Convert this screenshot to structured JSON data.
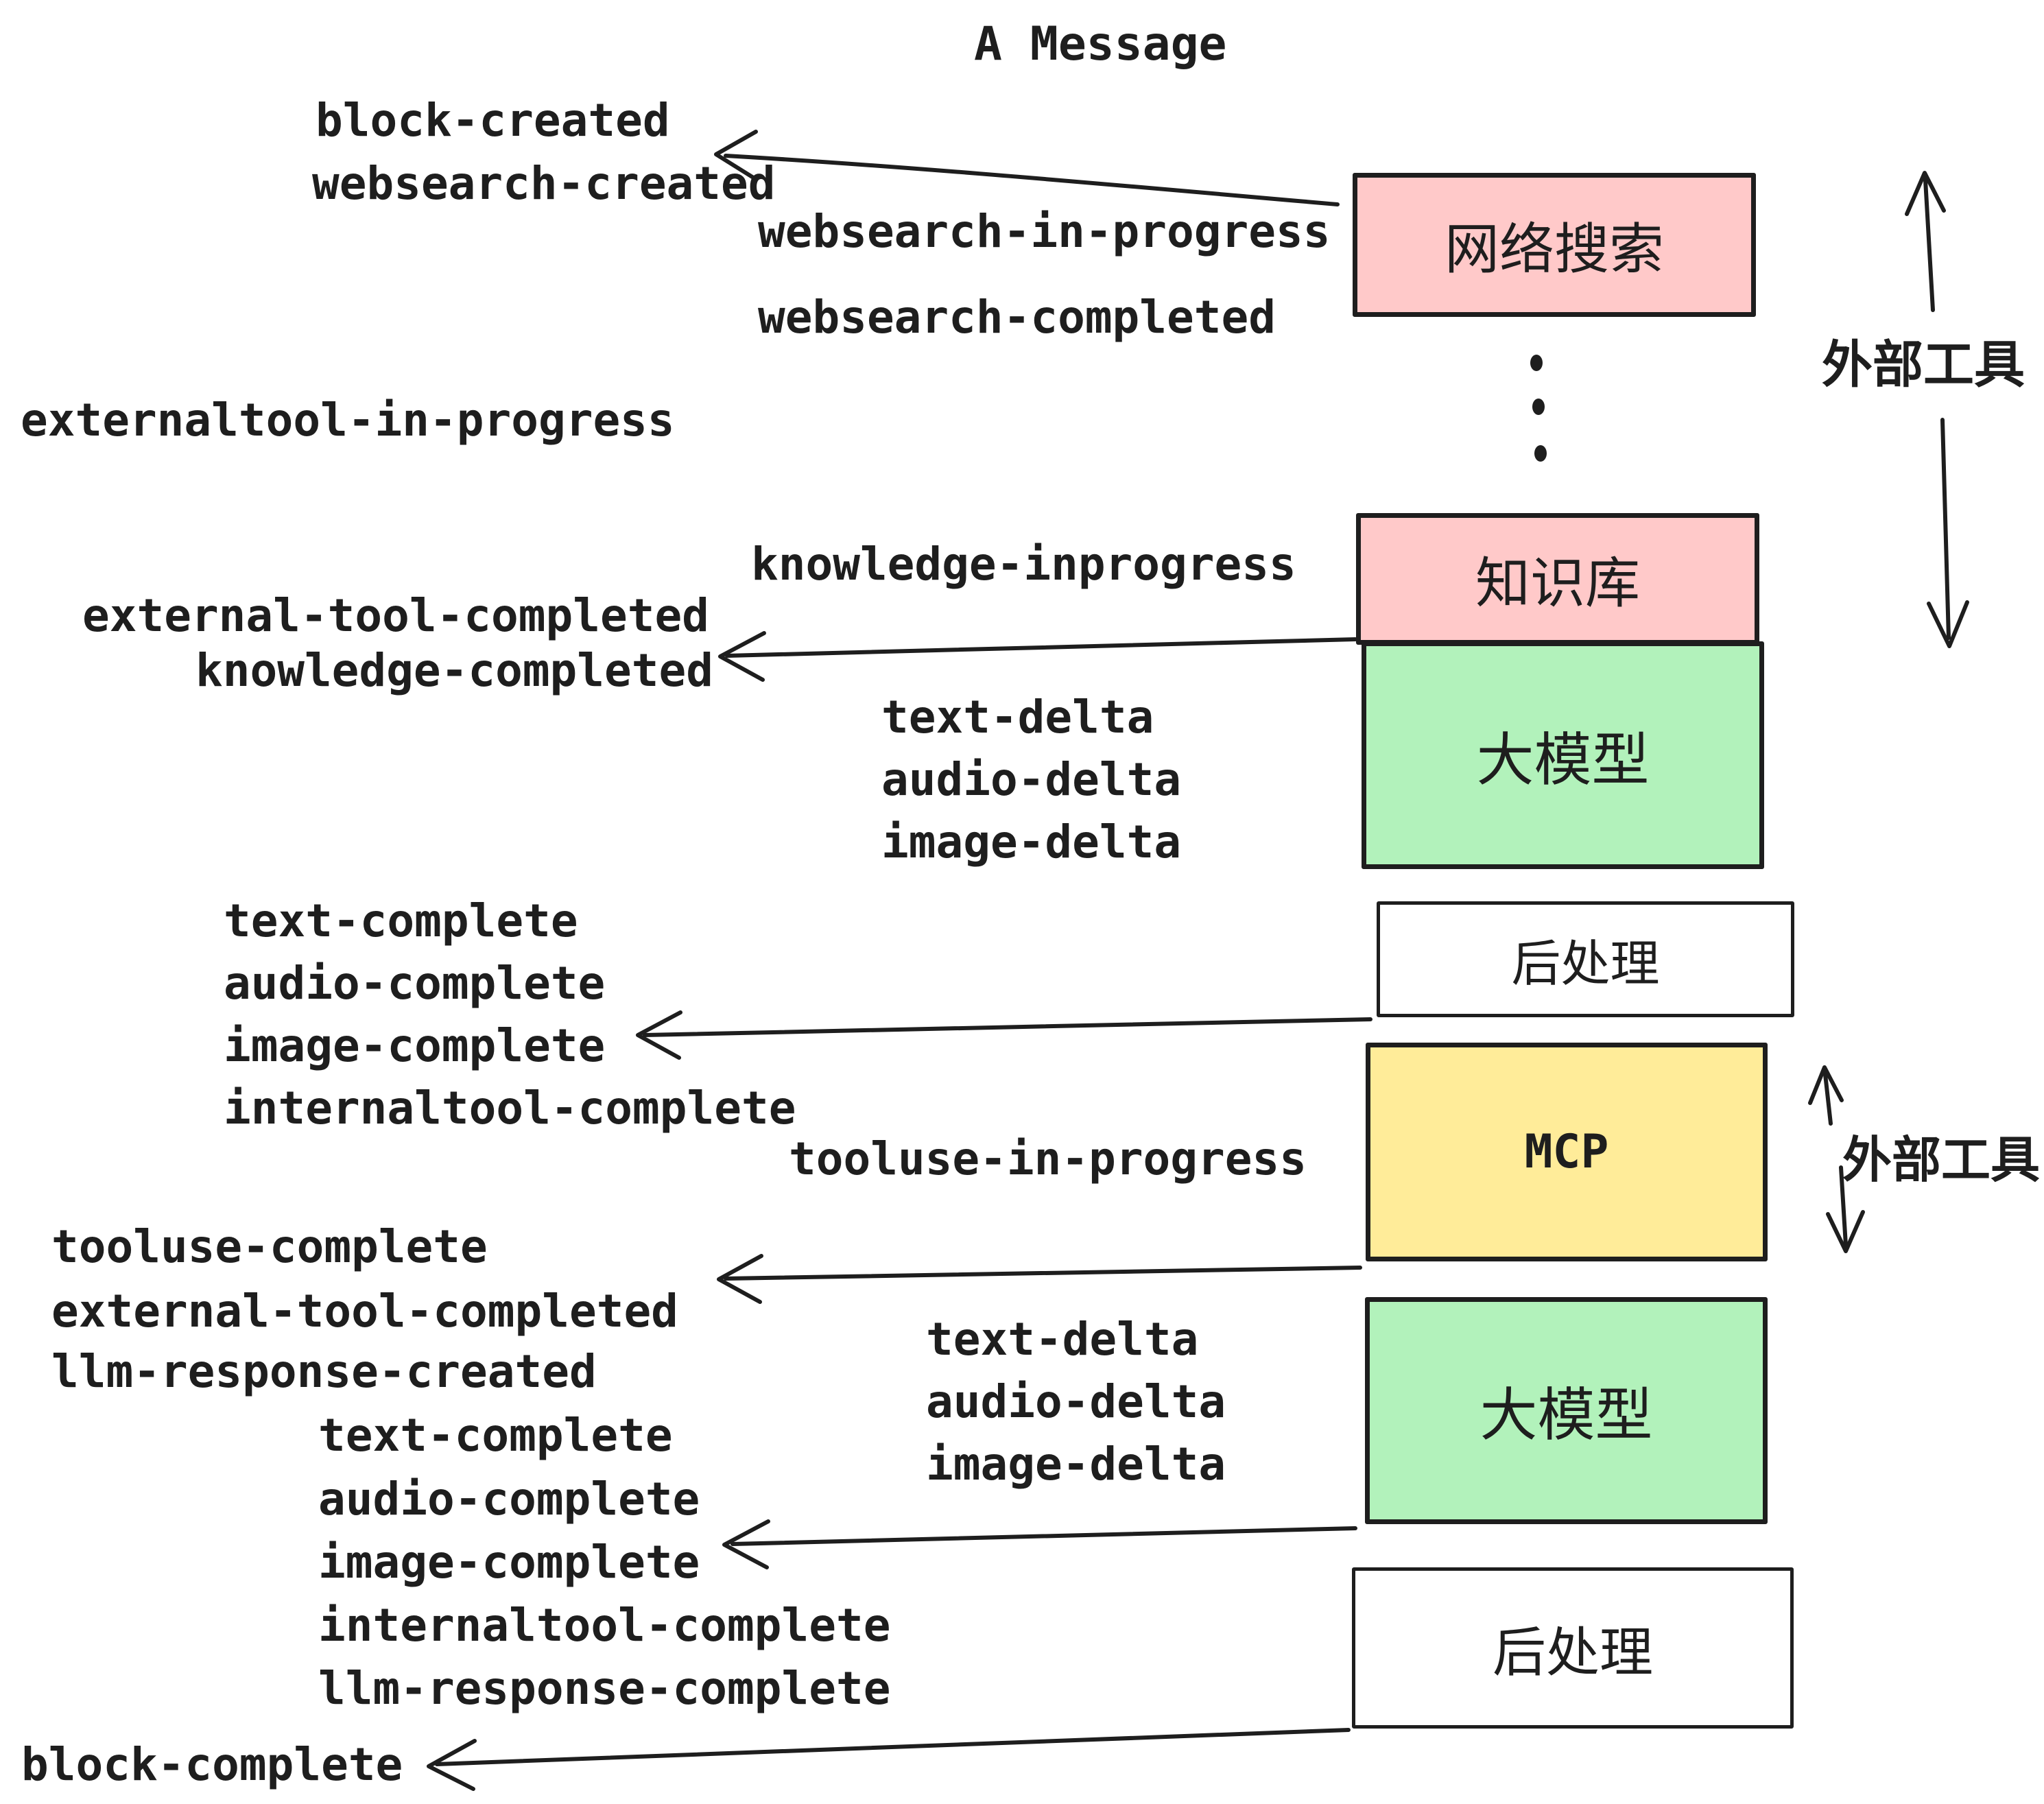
{
  "title": "A Message",
  "events": {
    "block_created": "block-created",
    "websearch_created": "websearch-created",
    "websearch_in_progress": "websearch-in-progress",
    "websearch_completed": "websearch-completed",
    "externaltool_in_progress": "externaltool-in-progress",
    "knowledge_inprogress": "knowledge-inprogress",
    "external_tool_completed_1": "external-tool-completed",
    "knowledge_completed": "knowledge-completed",
    "text_delta_1": "text-delta",
    "audio_delta_1": "audio-delta",
    "image_delta_1": "image-delta",
    "text_complete_1": "text-complete",
    "audio_complete_1": "audio-complete",
    "image_complete_1": "image-complete",
    "internaltool_complete_1": "internaltool-complete",
    "tooluse_in_progress": "tooluse-in-progress",
    "tooluse_complete": "tooluse-complete",
    "external_tool_completed_2": "external-tool-completed",
    "llm_response_created": "llm-response-created",
    "text_delta_2": "text-delta",
    "audio_delta_2": "audio-delta",
    "image_delta_2": "image-delta",
    "text_complete_2": "text-complete",
    "audio_complete_2": "audio-complete",
    "image_complete_2": "image-complete",
    "internaltool_complete_2": "internaltool-complete",
    "llm_response_complete": "llm-response-complete",
    "block_complete": "block-complete"
  },
  "boxes": [
    {
      "label": "网络搜索",
      "color": "#ffc9c9"
    },
    {
      "label": "知识库",
      "color": "#ffc9c9"
    },
    {
      "label": "大模型",
      "color": "#b2f2bb"
    },
    {
      "label": "后处理",
      "color": "#ffffff"
    },
    {
      "label": "MCP",
      "color": "#ffec99"
    },
    {
      "label": "大模型",
      "color": "#b2f2bb"
    },
    {
      "label": "后处理",
      "color": "#ffffff"
    }
  ],
  "side_labels": {
    "external_tools_top": "外部工具",
    "external_tools_bottom": "外部工具"
  },
  "colors": {
    "stroke": "#1e1e1e",
    "pink": "#ffc9c9",
    "green": "#b2f2bb",
    "yellow": "#ffec99"
  }
}
